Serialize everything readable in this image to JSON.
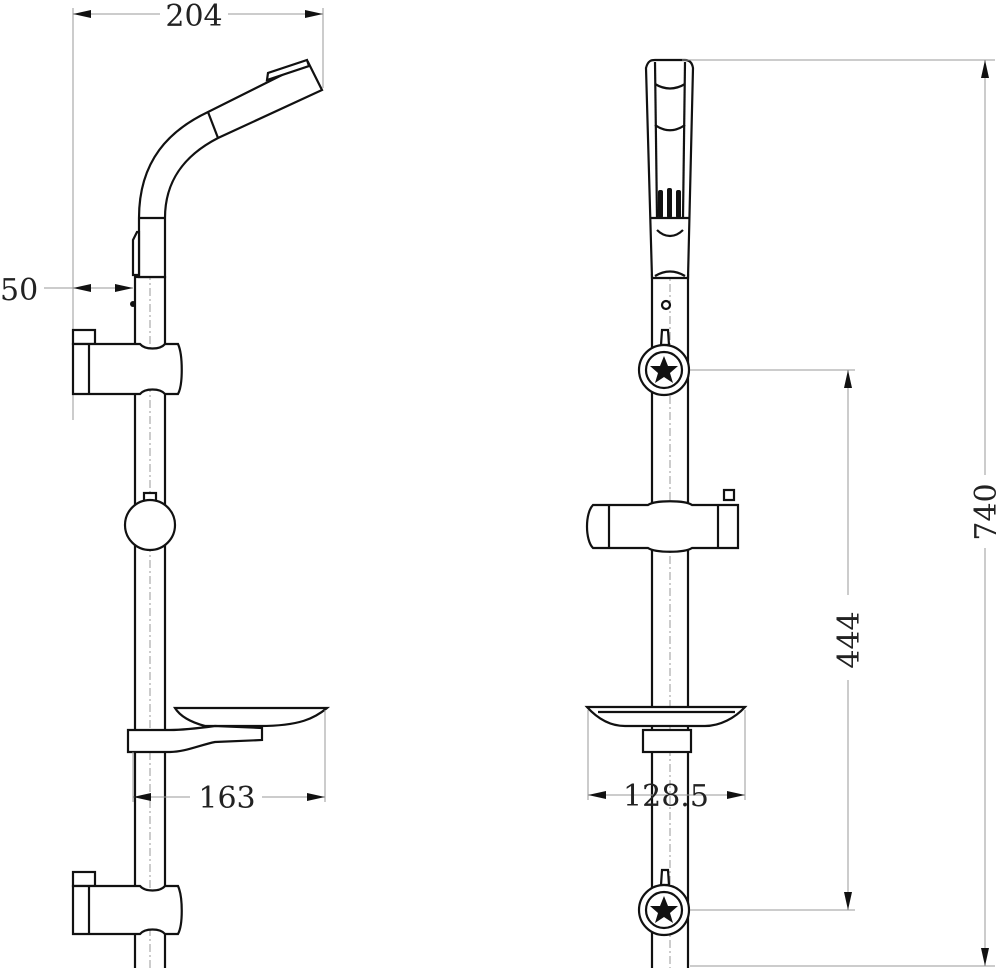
{
  "dimensions": {
    "total_width": "204",
    "wall_offset": "50",
    "soap_dish_depth": "163",
    "soap_dish_width": "128.5",
    "bracket_spacing": "444",
    "total_height": "740"
  },
  "colors": {
    "line": "#111111",
    "dimension": "#999999"
  }
}
